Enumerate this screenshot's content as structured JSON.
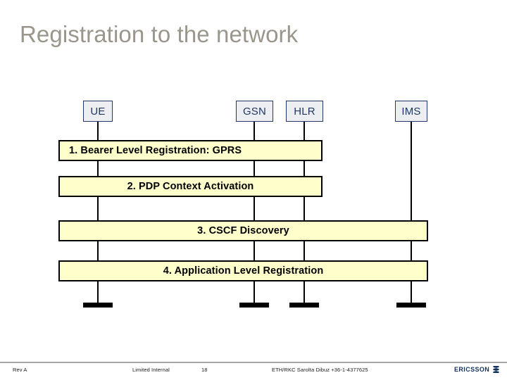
{
  "slide": {
    "title": "Registration to the network",
    "title_color": "#9b968c",
    "background": "#ffffff"
  },
  "diagram": {
    "type": "sequence-diagram",
    "node_fill": "#eceef1",
    "node_border": "#1f3864",
    "node_text_color": "#1f3864",
    "bar_fill": "#ffffcc",
    "bar_border": "#000000",
    "nodes": [
      {
        "id": "ue",
        "label": "UE"
      },
      {
        "id": "gsn",
        "label": "GSN"
      },
      {
        "id": "hlr",
        "label": "HLR"
      },
      {
        "id": "ims",
        "label": "IMS"
      }
    ],
    "steps": [
      {
        "number": "1",
        "label": "1. Bearer Level Registration: GPRS",
        "align": "left"
      },
      {
        "number": "2",
        "label": "2. PDP Context Activation",
        "align": "center"
      },
      {
        "number": "3",
        "label": "3. CSCF Discovery",
        "align": "center"
      },
      {
        "number": "4",
        "label": "4. Application Level Registration",
        "align": "center"
      }
    ]
  },
  "footer": {
    "revision": "Rev A",
    "classification": "Limited Internal",
    "page_number": "18",
    "author": "ETH/RKC Sarolta Dibuz +36-1-4377625",
    "logo_text": "ERICSSON",
    "logo_color": "#13315c",
    "rule_color": "#a6a6a6"
  }
}
